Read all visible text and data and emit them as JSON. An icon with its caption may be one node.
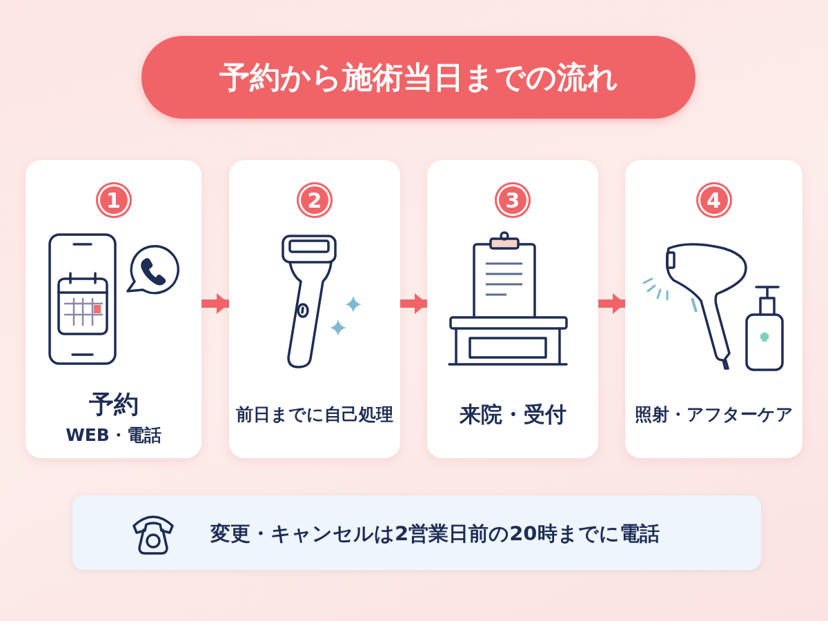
{
  "diagram": {
    "title": "予約から施術当日までの流れ",
    "nodes": [
      {
        "text": [
          "1",
          "予約",
          "WEB・電話"
        ]
      },
      {
        "text": [
          "2",
          "前日までに自己処理"
        ]
      },
      {
        "text": [
          "3",
          "来院・受付"
        ]
      },
      {
        "text": [
          "4",
          "照射・アフターケア"
        ]
      },
      {
        "text": [
          "変更・キャンセルは2営業日前の20時までに電話"
        ]
      }
    ],
    "edges": [
      {
        "from": 0,
        "to": 1,
        "arrow": "to"
      },
      {
        "from": 1,
        "to": 2,
        "arrow": "to"
      },
      {
        "from": 2,
        "to": 3,
        "arrow": "to"
      }
    ]
  }
}
